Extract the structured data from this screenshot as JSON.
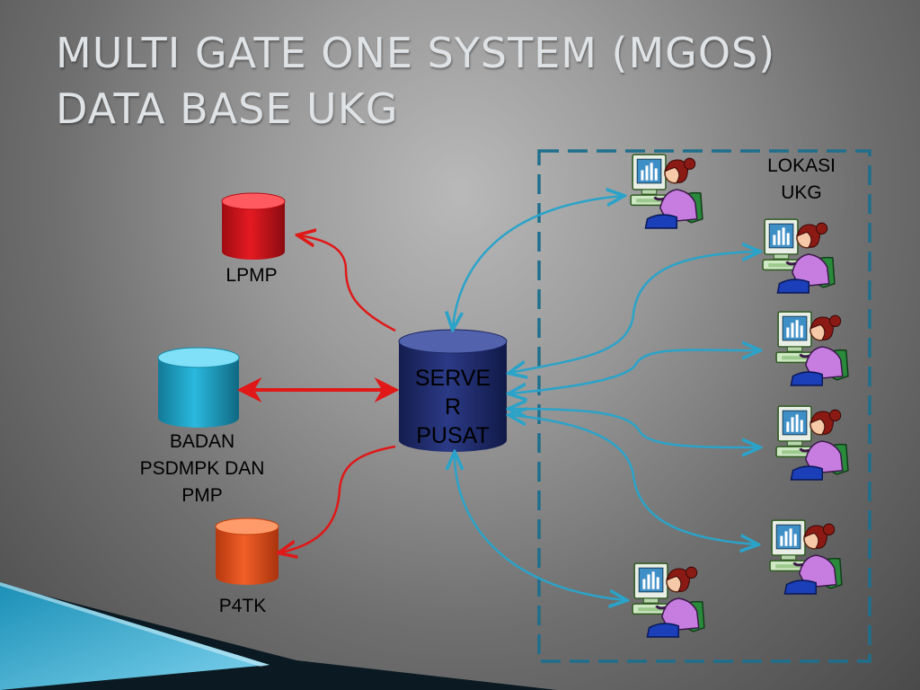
{
  "title": {
    "line1": "MULTI GATE ONE SYSTEM (MGOS)",
    "line2": "DATA BASE UKG"
  },
  "nodes": {
    "lpmp": "LPMP",
    "badan_line1": "BADAN",
    "badan_line2": "PSDMPK DAN",
    "badan_line3": "PMP",
    "p4tk": "P4TK",
    "server_line1": "SERVE",
    "server_line2": "R",
    "server_line3": "PUSAT",
    "lokasi_line1": "LOKASI",
    "lokasi_line2": "UKG"
  },
  "icons": {
    "database": "database-cylinder-icon",
    "user": "user-at-computer-icon"
  },
  "colors": {
    "lpmp": "#d4141c",
    "badan": "#1fa6c9",
    "p4tk": "#e8501e",
    "server": "#1d2a6b",
    "red_arrow": "#e01818",
    "blue_arrow": "#2ba3c9",
    "dashed_box": "#1f6f8c"
  }
}
